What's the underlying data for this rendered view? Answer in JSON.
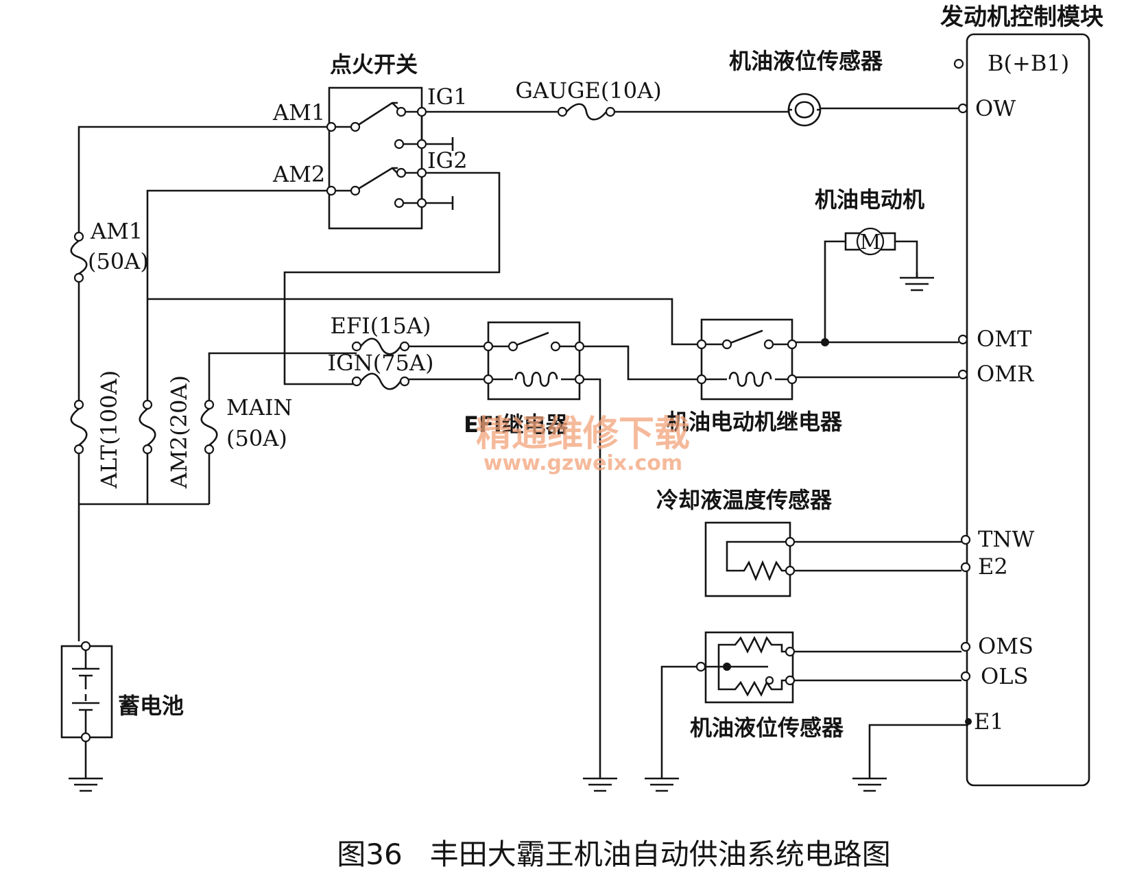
{
  "diagram": {
    "ecu_title": "发动机控制模块",
    "ecu_pins": {
      "b": "B(+B1)",
      "ow": "OW",
      "omt": "OMT",
      "omr": "OMR",
      "tnw": "TNW",
      "e2": "E2",
      "oms": "OMS",
      "ols": "OLS",
      "e1": "E1"
    },
    "ignition_switch": {
      "title": "点火开关",
      "am1": "AM1",
      "am2": "AM2",
      "ig1": "IG1",
      "ig2": "IG2"
    },
    "fuses": {
      "gauge": "GAUGE(10A)",
      "efi": "EFI(15A)",
      "ign": "IGN(75A)",
      "am1_name": "AM1",
      "am1_rating": "(50A)",
      "alt": "ALT(100A)",
      "am2": "AM2(20A)",
      "main_name": "MAIN",
      "main_rating": "(50A)"
    },
    "components": {
      "oil_level_sensor_top": "机油液位传感器",
      "oil_motor": "机油电动机",
      "motor_symbol": "M",
      "efi_relay": "EFI继电器",
      "oil_motor_relay": "机油电动机继电器",
      "coolant_temp_sensor": "冷却液温度传感器",
      "oil_level_sensor_bottom": "机油液位传感器",
      "battery": "蓄电池"
    },
    "watermark_cn": "精通维修下载",
    "watermark_url": "www.gzweix.com",
    "caption": "图36   丰田大霸王机油自动供油系统电路图"
  }
}
